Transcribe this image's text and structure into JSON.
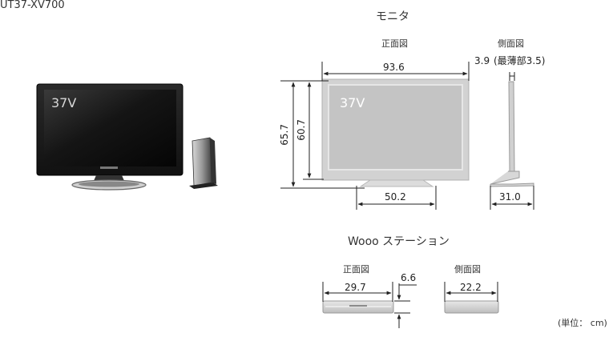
{
  "model": "UT37-XV700",
  "monitor": {
    "section_title": "モニタ",
    "front_label": "正面図",
    "side_label": "側面図",
    "screen_size": "37V",
    "width": "93.6",
    "height_total": "65.7",
    "height_panel": "60.7",
    "stand_width": "50.2",
    "depth_top": "3.9",
    "depth_thinnest": "(最薄部3.5)",
    "stand_depth": "31.0"
  },
  "station": {
    "section_title": "Wooo ステーション",
    "front_label": "正面図",
    "side_label": "側面図",
    "width": "29.7",
    "height": "6.6",
    "depth": "22.2"
  },
  "unit_note": "(単位： cm)"
}
